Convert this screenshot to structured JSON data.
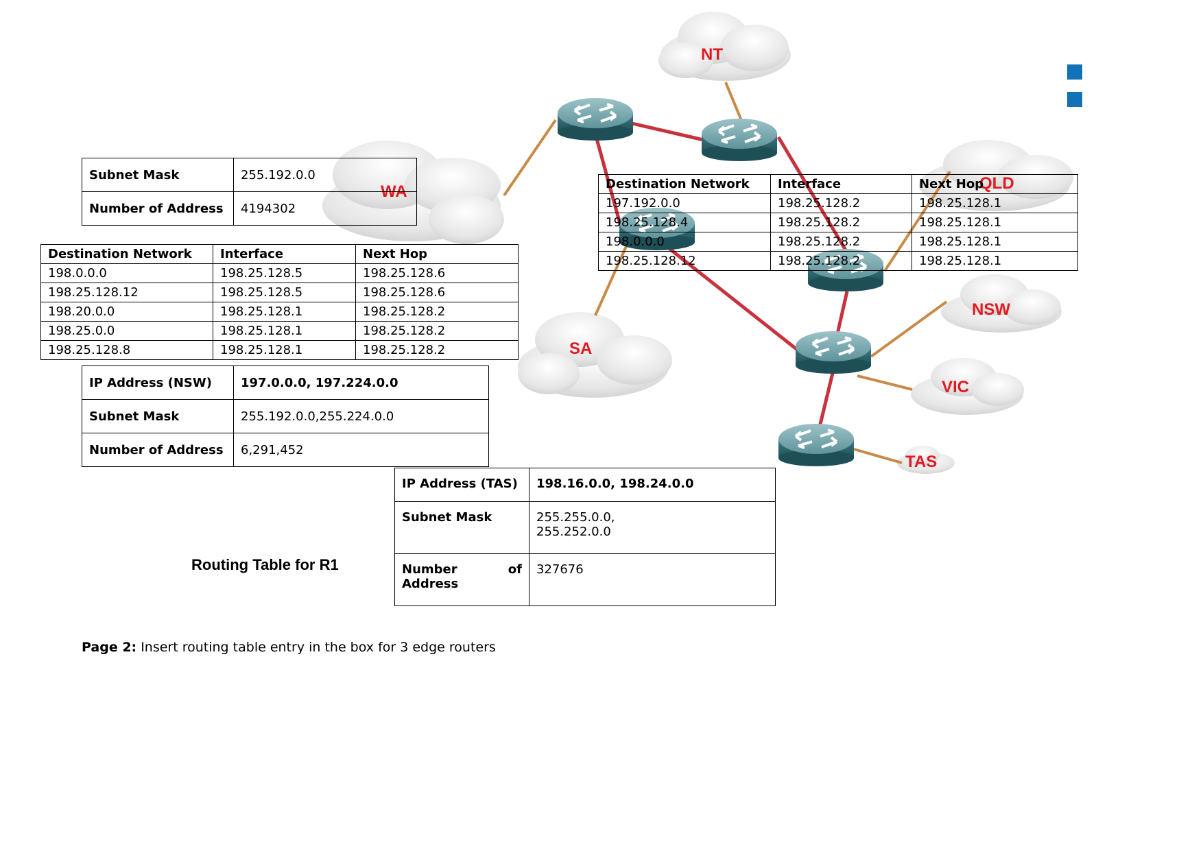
{
  "clouds": {
    "nt": "NT",
    "wa": "WA",
    "qld": "QLD",
    "nsw": "NSW",
    "sa": "SA",
    "vic": "VIC",
    "tas": "TAS"
  },
  "wa_info": {
    "subnet_label": "Subnet Mask",
    "subnet_value": "255.192.0.0",
    "count_label": "Number of Address",
    "count_value": "4194302"
  },
  "r1_table": {
    "headers": [
      "Destination Network",
      "Interface",
      "Next Hop"
    ],
    "rows": [
      [
        "198.0.0.0",
        "198.25.128.5",
        "198.25.128.6"
      ],
      [
        "198.25.128.12",
        "198.25.128.5",
        "198.25.128.6"
      ],
      [
        "198.20.0.0",
        "198.25.128.1",
        "198.25.128.2"
      ],
      [
        "198.25.0.0",
        "198.25.128.1",
        "198.25.128.2"
      ],
      [
        "198.25.128.8",
        "198.25.128.1",
        "198.25.128.2"
      ]
    ]
  },
  "qld_table": {
    "headers": [
      "Destination Network",
      "Interface",
      "Next Hop"
    ],
    "rows": [
      [
        "197.192.0.0",
        "198.25.128.2",
        "198.25.128.1"
      ],
      [
        "198.25.128.4",
        "198.25.128.2",
        "198.25.128.1"
      ],
      [
        "198.0.0.0",
        "198.25.128.2",
        "198.25.128.1"
      ],
      [
        "198.25.128.12",
        "198.25.128.2",
        "198.25.128.1"
      ]
    ]
  },
  "nsw_info": {
    "ip_label": "IP Address (NSW)",
    "ip_value": "197.0.0.0, 197.224.0.0",
    "subnet_label": "Subnet Mask",
    "subnet_value": "255.192.0.0,255.224.0.0",
    "count_label": "Number of Address",
    "count_value": "6,291,452"
  },
  "tas_info": {
    "ip_label": "IP Address (TAS)",
    "ip_value": "198.16.0.0, 198.24.0.0",
    "subnet_label": "Subnet Mask",
    "subnet_value_line1": "255.255.0.0,",
    "subnet_value_line2": "255.252.0.0",
    "count_label_line1": "Number of",
    "count_label_line2": "Address",
    "count_value": "327676"
  },
  "caption": "Routing Table for R1",
  "page_note": {
    "prefix": "Page 2:",
    "text": " Insert routing table entry in the box for 3 edge routers"
  },
  "colors": {
    "link_red": "#c8323c",
    "link_orange": "#c98a47",
    "label_red": "#e01a22",
    "router_teal": "#3f7c86"
  }
}
